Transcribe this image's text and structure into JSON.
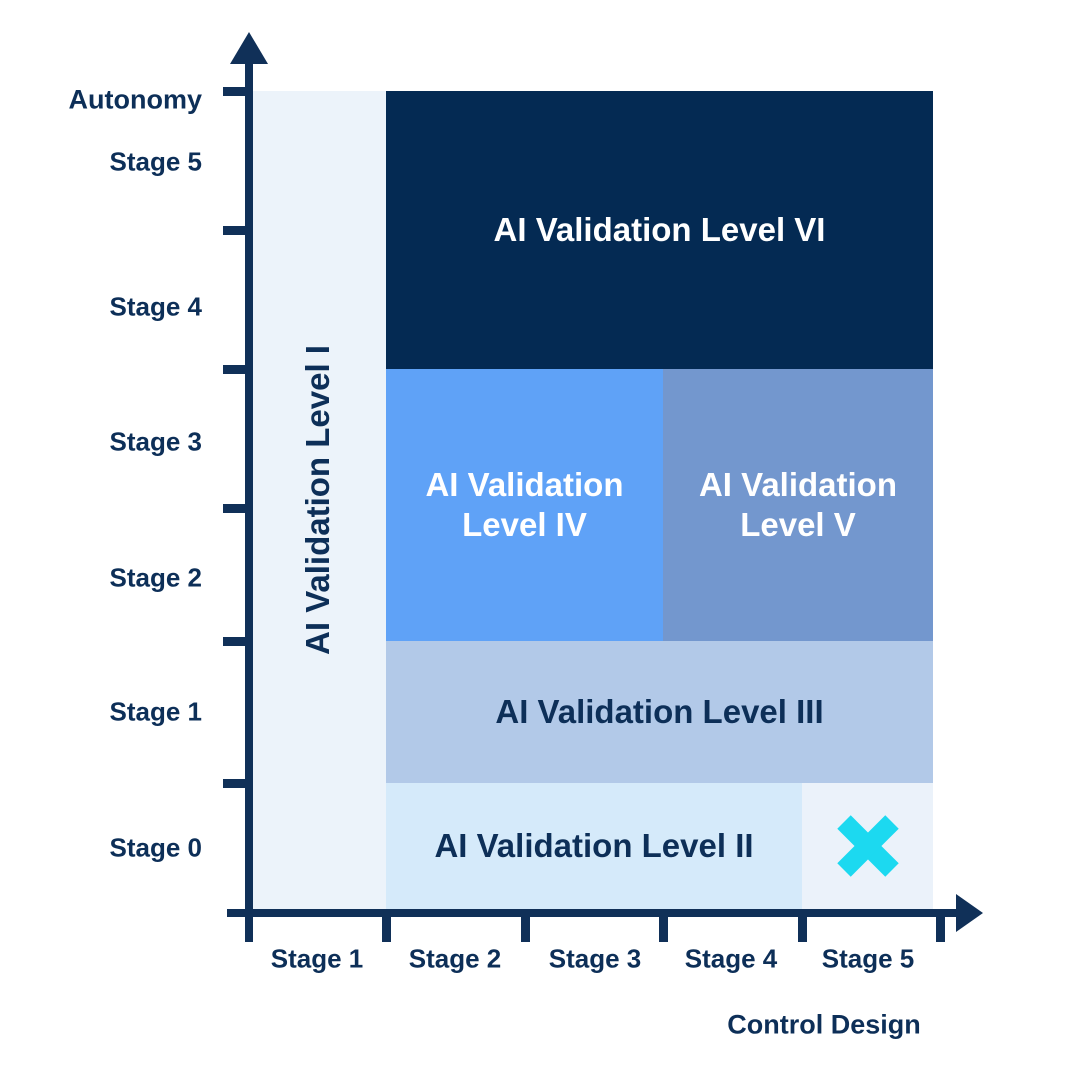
{
  "y_axis": {
    "title": "Autonomy",
    "labels": [
      "Stage 5",
      "Stage 4",
      "Stage 3",
      "Stage 2",
      "Stage 1",
      "Stage 0"
    ]
  },
  "x_axis": {
    "title": "Control Design",
    "labels": [
      "Stage 1",
      "Stage 2",
      "Stage 3",
      "Stage 4",
      "Stage 5"
    ]
  },
  "regions": {
    "level1": {
      "label": "AI Validation Level I",
      "color": "#ecf3fa",
      "text_color": "#0d2f58"
    },
    "level2": {
      "label": "AI Validation Level II",
      "color": "#d5eafa",
      "text_color": "#0d2f58"
    },
    "level3": {
      "label": "AI Validation Level III",
      "color": "#b2c9e8",
      "text_color": "#0d2f58"
    },
    "level4": {
      "lines": [
        "AI Validation",
        "Level IV"
      ],
      "color": "#5fa2f7",
      "text_color": "#ffffff"
    },
    "level5": {
      "lines": [
        "AI Validation",
        "Level V"
      ],
      "color": "#7397ce",
      "text_color": "#ffffff"
    },
    "level6": {
      "label": "AI Validation Level VI",
      "color": "#042a53",
      "text_color": "#ffffff"
    },
    "empty_cell": {
      "color": "#ebf2fa"
    }
  },
  "marker": {
    "name": "x-mark",
    "glyph": "✕",
    "color": "#1cd9f0"
  },
  "axis_color": "#103058",
  "chart_data": {
    "type": "heatmap",
    "title": "",
    "xlabel": "Control Design",
    "ylabel": "Autonomy",
    "x_categories": [
      "Stage 1",
      "Stage 2",
      "Stage 3",
      "Stage 4",
      "Stage 5"
    ],
    "y_categories": [
      "Stage 0",
      "Stage 1",
      "Stage 2",
      "Stage 3",
      "Stage 4",
      "Stage 5"
    ],
    "grid": false,
    "regions": [
      {
        "name": "AI Validation Level I",
        "control_design_stages": [
          1,
          1
        ],
        "autonomy_stages": [
          0,
          5
        ],
        "color": "#ecf3fa"
      },
      {
        "name": "AI Validation Level II",
        "control_design_stages": [
          2,
          4
        ],
        "autonomy_stages": [
          0,
          0
        ],
        "color": "#d5eafa"
      },
      {
        "name": "AI Validation Level III",
        "control_design_stages": [
          2,
          5
        ],
        "autonomy_stages": [
          1,
          1
        ],
        "color": "#b2c9e8"
      },
      {
        "name": "AI Validation Level IV",
        "control_design_stages": [
          2,
          3
        ],
        "autonomy_stages": [
          2,
          3
        ],
        "color": "#5fa2f7"
      },
      {
        "name": "AI Validation Level V",
        "control_design_stages": [
          4,
          5
        ],
        "autonomy_stages": [
          2,
          3
        ],
        "color": "#7397ce"
      },
      {
        "name": "AI Validation Level VI",
        "control_design_stages": [
          2,
          5
        ],
        "autonomy_stages": [
          4,
          5
        ],
        "color": "#042a53"
      },
      {
        "name": "x-mark",
        "control_design_stages": [
          5,
          5
        ],
        "autonomy_stages": [
          0,
          0
        ],
        "color": "#1cd9f0"
      }
    ]
  }
}
